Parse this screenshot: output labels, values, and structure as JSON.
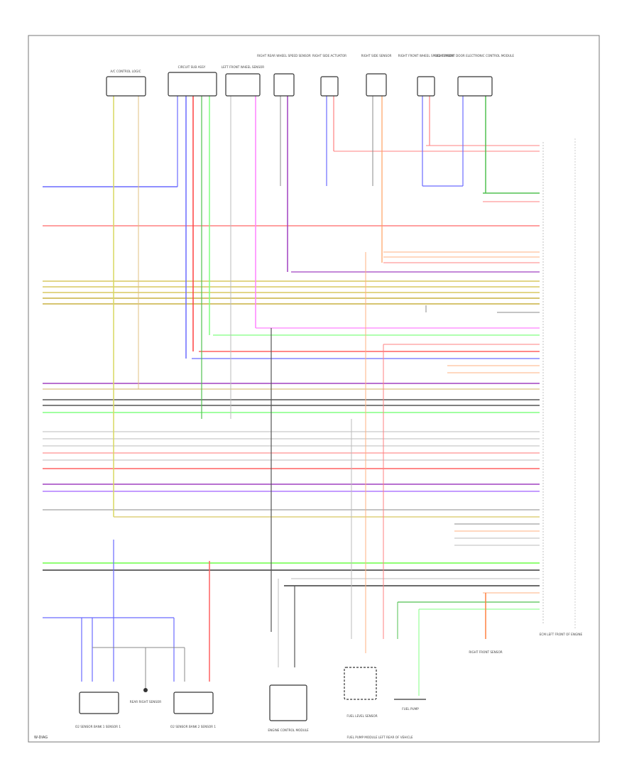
{
  "diagram": {
    "top_components": [
      {
        "id": "c1",
        "label": "A/C CONTROL LOGIC"
      },
      {
        "id": "c2",
        "label": "CIRCUIT SUB ASSY"
      },
      {
        "id": "c3",
        "label": "LEFT FRONT WHEEL SENSOR"
      },
      {
        "id": "c4",
        "label": "RIGHT REAR WHEEL SPEED SENSOR"
      },
      {
        "id": "c5",
        "label": "RIGHT SIDE ACTUATOR"
      },
      {
        "id": "c6",
        "label": "RIGHT SIDE SENSOR"
      },
      {
        "id": "c7",
        "label": "RIGHT FRONT WHEEL SPEED SENSOR"
      },
      {
        "id": "c8",
        "label": "RIGHT FRONT DOOR ELECTRONIC CONTROL MODULE"
      }
    ],
    "bottom_components": [
      {
        "id": "b1",
        "label": "O2 SENSOR BANK 1 SENSOR 1"
      },
      {
        "id": "b2",
        "label": "REAR RIGHT SENSOR"
      },
      {
        "id": "b3",
        "label": "O2 SENSOR BANK 2 SENSOR 1"
      },
      {
        "id": "b4",
        "label": "ENGINE CONTROL MODULE"
      },
      {
        "id": "b5",
        "label": "FUEL LEVEL SENSOR"
      },
      {
        "id": "b6",
        "label": "FUEL PUMP"
      },
      {
        "id": "b7",
        "label": "RIGHT FRONT SENSOR"
      }
    ],
    "side_label": "ECM LEFT FRONT OF ENGINE",
    "bottom_caption": "FUEL PUMP MODULE LEFT REAR OF VEHICLE",
    "footer_code": "W-DIAG"
  }
}
